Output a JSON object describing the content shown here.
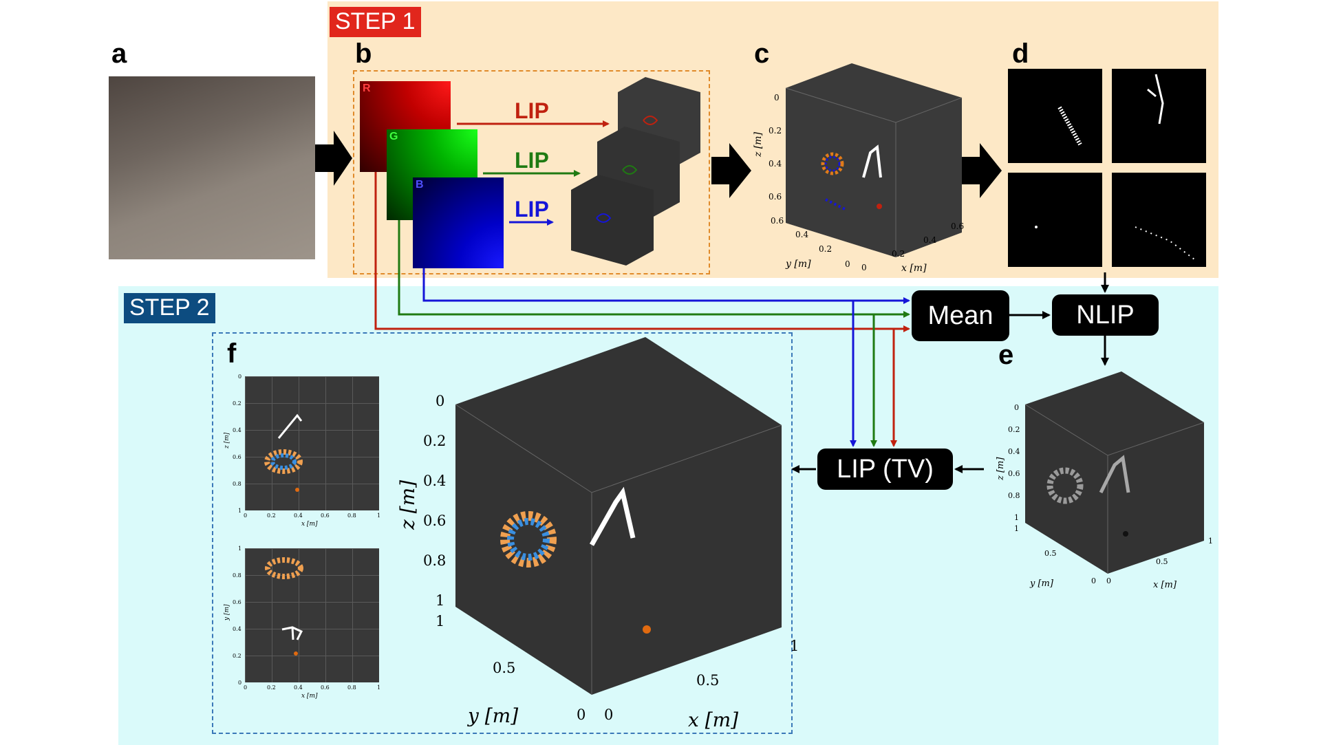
{
  "steps": {
    "step1": "STEP 1",
    "step2": "STEP 2"
  },
  "panel_labels": {
    "a": "a",
    "b": "b",
    "c": "c",
    "d": "d",
    "e": "e",
    "f": "f"
  },
  "channels": {
    "r": "R",
    "g": "G",
    "b": "B"
  },
  "lip_labels": {
    "r": "LIP",
    "g": "LIP",
    "b": "LIP"
  },
  "process_boxes": {
    "mean": "Mean",
    "nlip": "NLIP",
    "lip_tv": "LIP (TV)"
  },
  "axis_labels": {
    "x": "x [m]",
    "y": "y [m]",
    "z": "z [m]"
  },
  "cube_c_ticks": {
    "z": [
      "0",
      "0.2",
      "0.4",
      "0.6"
    ],
    "y": [
      "0.6",
      "0.4",
      "0.2",
      "0"
    ],
    "x": [
      "0",
      "0.2",
      "0.4",
      "0.6"
    ]
  },
  "cube_e_ticks": {
    "z": [
      "0",
      "0.2",
      "0.4",
      "0.6",
      "0.8",
      "1"
    ],
    "y": [
      "1",
      "0.5",
      "0"
    ],
    "x": [
      "0",
      "0.5",
      "1"
    ]
  },
  "cube_f_ticks": {
    "z": [
      "0",
      "0.2",
      "0.4",
      "0.6",
      "0.8",
      "1"
    ],
    "y": [
      "1",
      "0.5",
      "0"
    ],
    "x": [
      "0",
      "0.5",
      "1"
    ]
  },
  "small_plot_top": {
    "ylabel": "z [m]",
    "xlabel": "x [m]",
    "yticks": [
      "0",
      "0.2",
      "0.4",
      "0.6",
      "0.8",
      "1"
    ],
    "xticks": [
      "0",
      "0.2",
      "0.4",
      "0.6",
      "0.8",
      "1"
    ]
  },
  "small_plot_bottom": {
    "ylabel": "y [m]",
    "xlabel": "x [m]",
    "yticks": [
      "1",
      "0.8",
      "0.6",
      "0.4",
      "0.2",
      "0"
    ],
    "xticks": [
      "0",
      "0.2",
      "0.4",
      "0.6",
      "0.8",
      "1"
    ]
  },
  "colors": {
    "step1_bg": "#fde8c6",
    "step2_bg": "#dafafa",
    "step1_badge": "#e1261c",
    "step2_badge": "#0d4c80",
    "red_arrow": "#c0210f",
    "green_arrow": "#1f7a12",
    "blue_arrow": "#1515d8",
    "plot_bg": "#383838"
  }
}
